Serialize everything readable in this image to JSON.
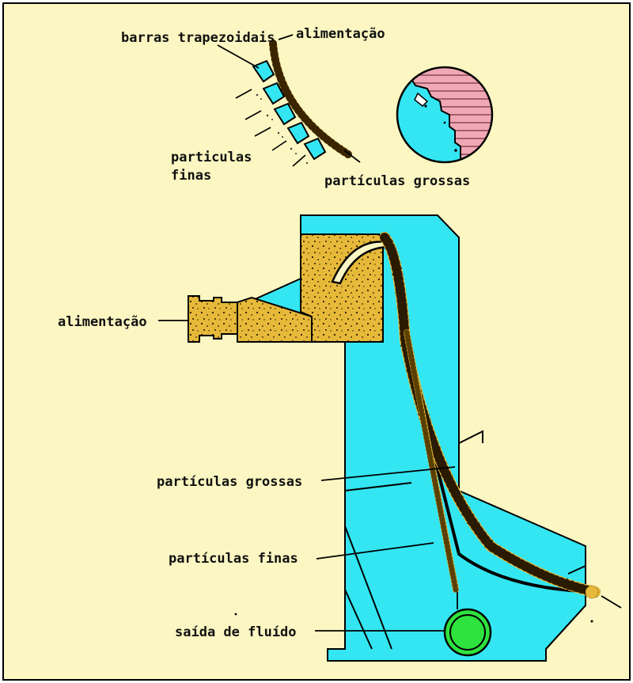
{
  "colors": {
    "page": "#fbf6c2",
    "machine": "#33e6f2",
    "particles": "#e7b93a",
    "coarse_dots": "#2a1a00",
    "outlet": "#2fe33e",
    "hatch": "#f0a8b4",
    "outline": "#000000"
  },
  "labels": {
    "top_trapezoidal_bars": "barras trapezoidais",
    "top_feed": "alimentação",
    "top_fine_particles_line1": "particulas",
    "top_fine_particles_line2": "finas",
    "top_coarse_particles": "partículas grossas",
    "main_feed": "alimentação",
    "main_coarse_particles": "partículas grossas",
    "main_fine_particles": "partículas finas",
    "fluid_outlet": "saída de fluído"
  },
  "icons": {
    "detail_view": "magnified-screen-detail-icon",
    "outlet": "fluid-outlet-pipe-icon"
  }
}
